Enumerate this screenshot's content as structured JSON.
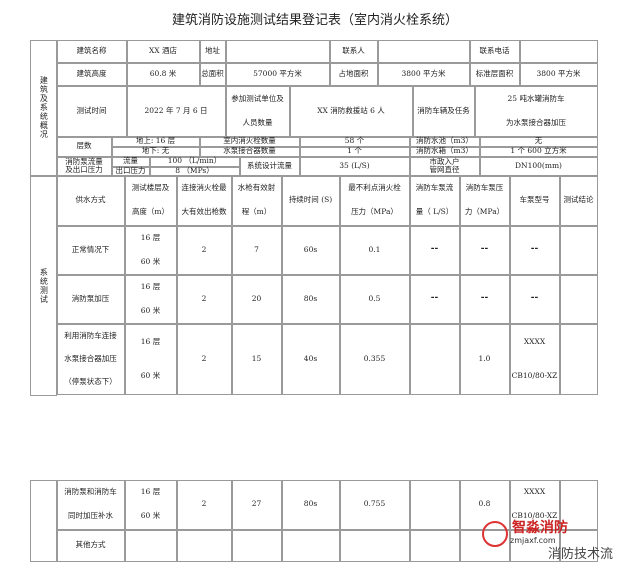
{
  "title": "建筑消防设施测试结果登记表（室内消火栓系统）",
  "sections": {
    "overview": "建筑及系统概况",
    "test": "系统测试"
  },
  "overview": {
    "r1": [
      "建筑名称",
      "XX 酒店",
      "地址",
      "",
      "联系人",
      "",
      "联系电话",
      ""
    ],
    "r2": [
      "建筑高度",
      "60.8 米",
      "总面积",
      "57000 平方米",
      "占地面积",
      "3800 平方米",
      "标准层面积",
      "3800 平方米"
    ],
    "r3": {
      "test_time_label": "测试时间",
      "test_time": "2022 年 7 月 6 日",
      "unit_label_1": "参加测试单位及",
      "unit_label_2": "人员数量",
      "unit": "XX 消防救援站 6 人",
      "vehicle_label": "消防车辆及任务",
      "vehicle_1": "25 吨水罐消防车",
      "vehicle_2": "为水泵接合器加压"
    },
    "r4": {
      "floors_label": "层数",
      "above": "地上:    16 层",
      "below": "地下:    无",
      "hydrant_label": "室内消火栓数量",
      "hydrant": "58 个",
      "adapter_label": "水泵接合器数量",
      "adapter": "1 个",
      "pool_label": "消防水池（m3）",
      "pool": "无",
      "tank_label": "消防水箱（m3）",
      "tank": "1 个 600 立方米"
    },
    "r5": {
      "pump_label_1": "消防泵流量",
      "pump_label_2": "及出口压力",
      "flow_label": "流量",
      "flow": "100 （L/min）",
      "pressure_label": "出口压力",
      "pressure": "8 （MPs）",
      "design_flow_label": "系统设计流量",
      "design_flow": "35 (L/S)",
      "main_label_1": "市政入户",
      "main_label_2": "管网直径",
      "main": "DN100(mm)"
    }
  },
  "test_table": {
    "headers": [
      [
        "供水方式"
      ],
      [
        "测试楼层及",
        "高度（m）"
      ],
      [
        "连接消火栓最",
        "大有效出枪数"
      ],
      [
        "水枪有效射",
        "程（m）"
      ],
      [
        "持续时间 (S)"
      ],
      [
        "最不利点消火栓",
        "压力（MPa）"
      ],
      [
        "消防车泵流",
        "量（ L/S）"
      ],
      [
        "消防车泵压",
        "力（MPa）"
      ],
      [
        "车泵型号"
      ],
      [
        "测试结论"
      ]
    ],
    "rows": [
      {
        "mode": [
          "正常情况下"
        ],
        "floor": [
          "16 层",
          "60 米"
        ],
        "guns": "2",
        "range": "7",
        "duration": "60s",
        "pressure": "0.1",
        "truck_flow": "--",
        "truck_pressure": "--",
        "model": [
          "--"
        ],
        "result": ""
      },
      {
        "mode": [
          "消防泵加压"
        ],
        "floor": [
          "16 层",
          "60 米"
        ],
        "guns": "2",
        "range": "20",
        "duration": "80s",
        "pressure": "0.5",
        "truck_flow": "--",
        "truck_pressure": "--",
        "model": [
          "--"
        ],
        "result": ""
      },
      {
        "mode": [
          "利用消防车连接",
          "水泵接合器加压",
          "（停泵状态下）"
        ],
        "floor": [
          "16 层",
          "60 米"
        ],
        "guns": "2",
        "range": "15",
        "duration": "40s",
        "pressure": "0.355",
        "truck_flow": "",
        "truck_pressure": "1.0",
        "model": [
          "XXXX",
          "CB10/80-XZ"
        ],
        "result": ""
      },
      {
        "mode": [
          "消防泵和消防车",
          "同时加压补水"
        ],
        "floor": [
          "16 层",
          "60 米"
        ],
        "guns": "2",
        "range": "27",
        "duration": "80s",
        "pressure": "0.755",
        "truck_flow": "",
        "truck_pressure": "0.8",
        "model": [
          "XXXX",
          "CB10/80-XZ"
        ],
        "result": ""
      },
      {
        "mode": [
          "其他方式"
        ],
        "floor": [
          ""
        ],
        "guns": "",
        "range": "",
        "duration": "",
        "pressure": "",
        "truck_flow": "",
        "truck_pressure": "",
        "model": [
          ""
        ],
        "result": ""
      }
    ]
  },
  "watermark": {
    "brand": "智淼消防",
    "site": "zmjaxf.com",
    "slogan": "消防技术流"
  }
}
